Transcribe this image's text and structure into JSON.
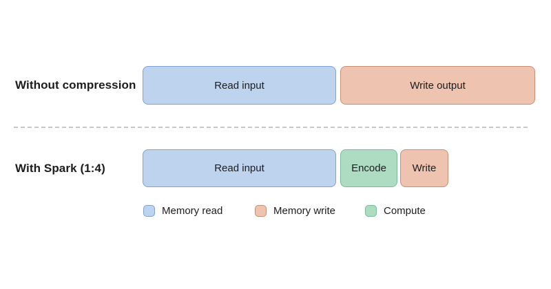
{
  "rows": [
    {
      "label": "Without compression",
      "bars": [
        {
          "label": "Read input",
          "type": "memory_read"
        },
        {
          "label": "Write output",
          "type": "memory_write"
        }
      ]
    },
    {
      "label": "With Spark (1:4)",
      "bars": [
        {
          "label": "Read input",
          "type": "memory_read"
        },
        {
          "label": "Encode",
          "type": "compute"
        },
        {
          "label": "Write",
          "type": "memory_write"
        }
      ]
    }
  ],
  "legend": [
    {
      "label": "Memory read",
      "type": "memory_read"
    },
    {
      "label": "Memory write",
      "type": "memory_write"
    },
    {
      "label": "Compute",
      "type": "compute"
    }
  ],
  "colors": {
    "memory_read_fill": "#bed3ee",
    "memory_read_border": "#7fa0d1",
    "memory_write_fill": "#eec3b0",
    "memory_write_border": "#c78e74",
    "compute_fill": "#addcc2",
    "compute_border": "#77bb97",
    "divider": "#c6c6c6",
    "text": "#1c1c1e"
  }
}
